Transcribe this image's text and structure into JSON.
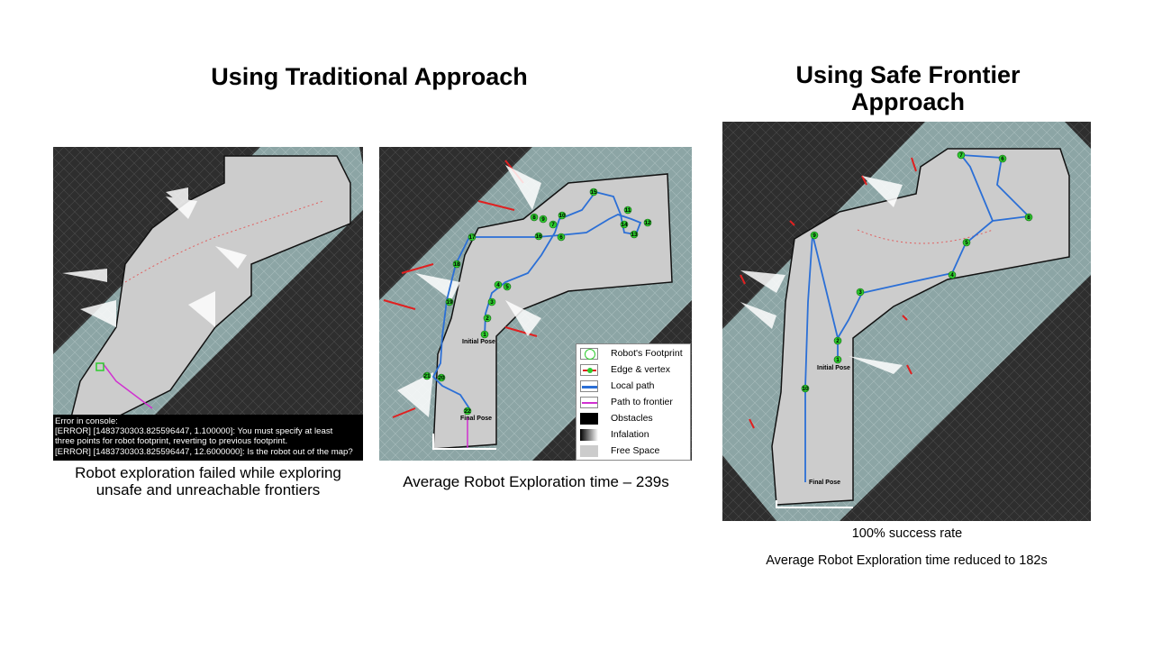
{
  "titles": {
    "left": "Using Traditional Approach",
    "right": "Using Safe Frontier Approach"
  },
  "panel_a": {
    "console": {
      "heading": "Error in console:",
      "line1": "[ERROR] [1483730303.825596447, 1.100000]: You must specify at least",
      "line2": "three points for robot footprint, reverting to previous footprint.",
      "line3": "[ERROR] [1483730303.825596447, 12.6000000]: Is the robot out of the map?"
    },
    "caption": "Robot exploration failed while exploring unsafe and unreachable frontiers"
  },
  "panel_b": {
    "waypoints": [
      "1",
      "2",
      "3",
      "4",
      "5",
      "6",
      "7",
      "8",
      "9",
      "10",
      "11",
      "12",
      "13",
      "14",
      "15",
      "16",
      "17",
      "18",
      "19",
      "20",
      "21",
      "22"
    ],
    "labels": {
      "initial": "Initial Pose",
      "final": "Final Pose"
    },
    "legend": [
      {
        "label": "Robot's Footprint",
        "icon": "footprint-circle-icon"
      },
      {
        "label": "Edge & vertex",
        "icon": "edge-vertex-icon"
      },
      {
        "label": "Local path",
        "icon": "local-path-icon"
      },
      {
        "label": "Path to frontier",
        "icon": "frontier-path-icon"
      },
      {
        "label": "Obstacles",
        "icon": "obstacle-swatch-icon"
      },
      {
        "label": "Infalation",
        "icon": "inflation-gradient-icon"
      },
      {
        "label": "Free Space",
        "icon": "free-space-swatch-icon"
      }
    ],
    "caption": "Average Robot Exploration time – 239s"
  },
  "panel_c": {
    "waypoints": [
      "1",
      "2",
      "3",
      "4",
      "5",
      "6",
      "7",
      "8",
      "9",
      "10"
    ],
    "labels": {
      "initial": "Initial Pose",
      "final": "Final Pose"
    },
    "caption1": "100% success rate",
    "caption2": "Average Robot Exploration time reduced to 182s"
  },
  "colors": {
    "background_dark": "#2e2e2e",
    "inflation": "#8ca5a5",
    "free_space": "#cccccc",
    "local_path": "#2b6fd6",
    "edge": "#e02020",
    "vertex": "#2ecc2e",
    "frontier_path": "#d030d0"
  }
}
